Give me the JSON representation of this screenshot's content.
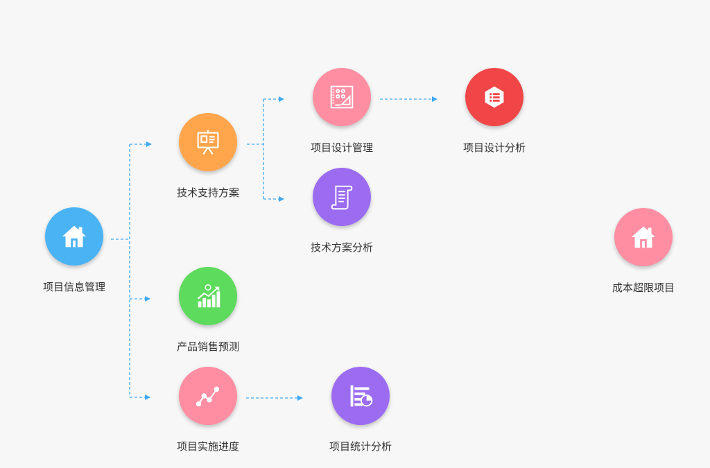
{
  "nodes": [
    {
      "id": "project-info",
      "label": "项目信息管理",
      "icon": "house-icon",
      "color": "#4ab3f4"
    },
    {
      "id": "tech-support",
      "label": "技术支持方案",
      "icon": "presentation-board-icon",
      "color": "#ffa64d"
    },
    {
      "id": "design-mgmt",
      "label": "项目设计管理",
      "icon": "blueprint-icon",
      "color": "#ff8ea3"
    },
    {
      "id": "design-analysis",
      "label": "项目设计分析",
      "icon": "hexagon-list-icon",
      "color": "#f04648"
    },
    {
      "id": "tech-analysis",
      "label": "技术方案分析",
      "icon": "scroll-icon",
      "color": "#9b6cf0"
    },
    {
      "id": "sales-forecast",
      "label": "产品销售预测",
      "icon": "growth-chart-icon",
      "color": "#5cdb5c"
    },
    {
      "id": "progress",
      "label": "项目实施进度",
      "icon": "line-trend-icon",
      "color": "#ff8ea3"
    },
    {
      "id": "stats-analysis",
      "label": "项目统计分析",
      "icon": "stats-report-icon",
      "color": "#9b6cf0"
    },
    {
      "id": "cost-overrun",
      "label": "成本超限项目",
      "icon": "house-icon",
      "color": "#ff8ea3"
    }
  ],
  "line_color": "#3ea9f0"
}
